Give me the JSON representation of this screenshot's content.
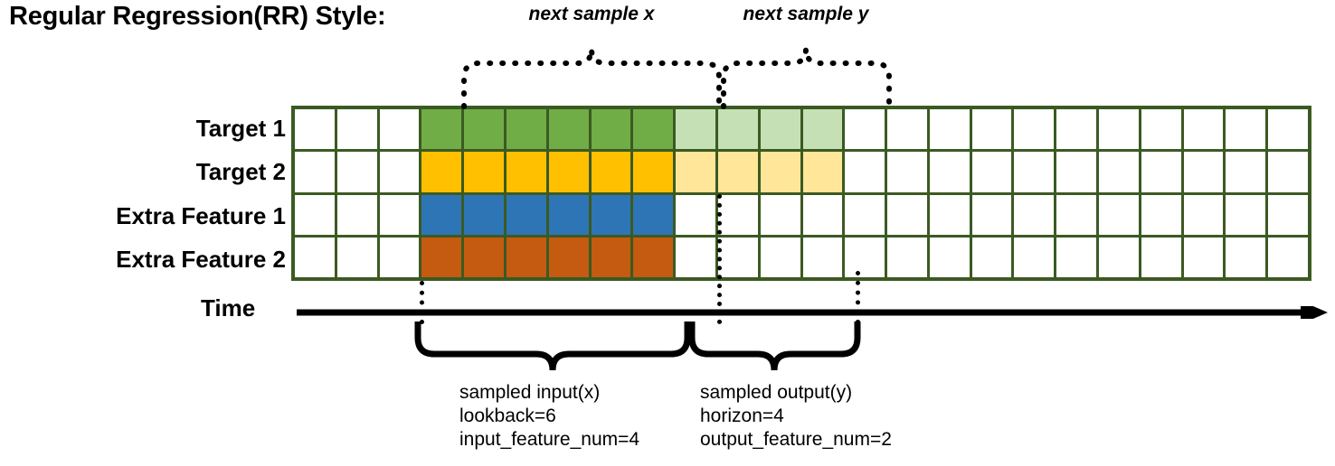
{
  "title": "Regular Regression(RR) Style:",
  "axis": {
    "time_label": "Time"
  },
  "rows": [
    {
      "label": "Target 1"
    },
    {
      "label": "Target 2"
    },
    {
      "label": "Extra Feature 1"
    },
    {
      "label": "Extra Feature 2"
    }
  ],
  "top_annotations": [
    {
      "label": "next sample x"
    },
    {
      "label": "next sample y"
    }
  ],
  "bottom_annotations": [
    {
      "title": "sampled input(x)",
      "line2": "lookback=6",
      "line3": "input_feature_num=4"
    },
    {
      "title": "sampled output(y)",
      "line2": "horizon=4",
      "line3": "output_feature_num=2"
    }
  ],
  "colors": {
    "grid_line": "#3b5a22",
    "target1": "#70ad47",
    "target1_faded": "#c5e0b4",
    "target2": "#ffc000",
    "target2_faded": "#ffe699",
    "extra_feature1": "#2e75b6",
    "extra_feature2": "#c55a11",
    "empty": "#ffffff",
    "ink": "#000000"
  },
  "grid": {
    "columns": 24,
    "rows": 4,
    "lead_blank_columns": 3,
    "input_columns": 6,
    "output_columns": 4,
    "cells": [
      [
        "empty",
        "empty",
        "empty",
        "green",
        "green",
        "green",
        "green",
        "green",
        "green",
        "green-lite",
        "green-lite",
        "green-lite",
        "green-lite",
        "empty",
        "empty",
        "empty",
        "empty",
        "empty",
        "empty",
        "empty",
        "empty",
        "empty",
        "empty",
        "empty"
      ],
      [
        "empty",
        "empty",
        "empty",
        "yellow",
        "yellow",
        "yellow",
        "yellow",
        "yellow",
        "yellow",
        "yellow-lite",
        "yellow-lite",
        "yellow-lite",
        "yellow-lite",
        "empty",
        "empty",
        "empty",
        "empty",
        "empty",
        "empty",
        "empty",
        "empty",
        "empty",
        "empty",
        "empty"
      ],
      [
        "empty",
        "empty",
        "empty",
        "blue",
        "blue",
        "blue",
        "blue",
        "blue",
        "blue",
        "empty",
        "empty",
        "empty",
        "empty",
        "empty",
        "empty",
        "empty",
        "empty",
        "empty",
        "empty",
        "empty",
        "empty",
        "empty",
        "empty",
        "empty"
      ],
      [
        "empty",
        "empty",
        "empty",
        "orange",
        "orange",
        "orange",
        "orange",
        "orange",
        "orange",
        "empty",
        "empty",
        "empty",
        "empty",
        "empty",
        "empty",
        "empty",
        "empty",
        "empty",
        "empty",
        "empty",
        "empty",
        "empty",
        "empty",
        "empty"
      ]
    ]
  }
}
